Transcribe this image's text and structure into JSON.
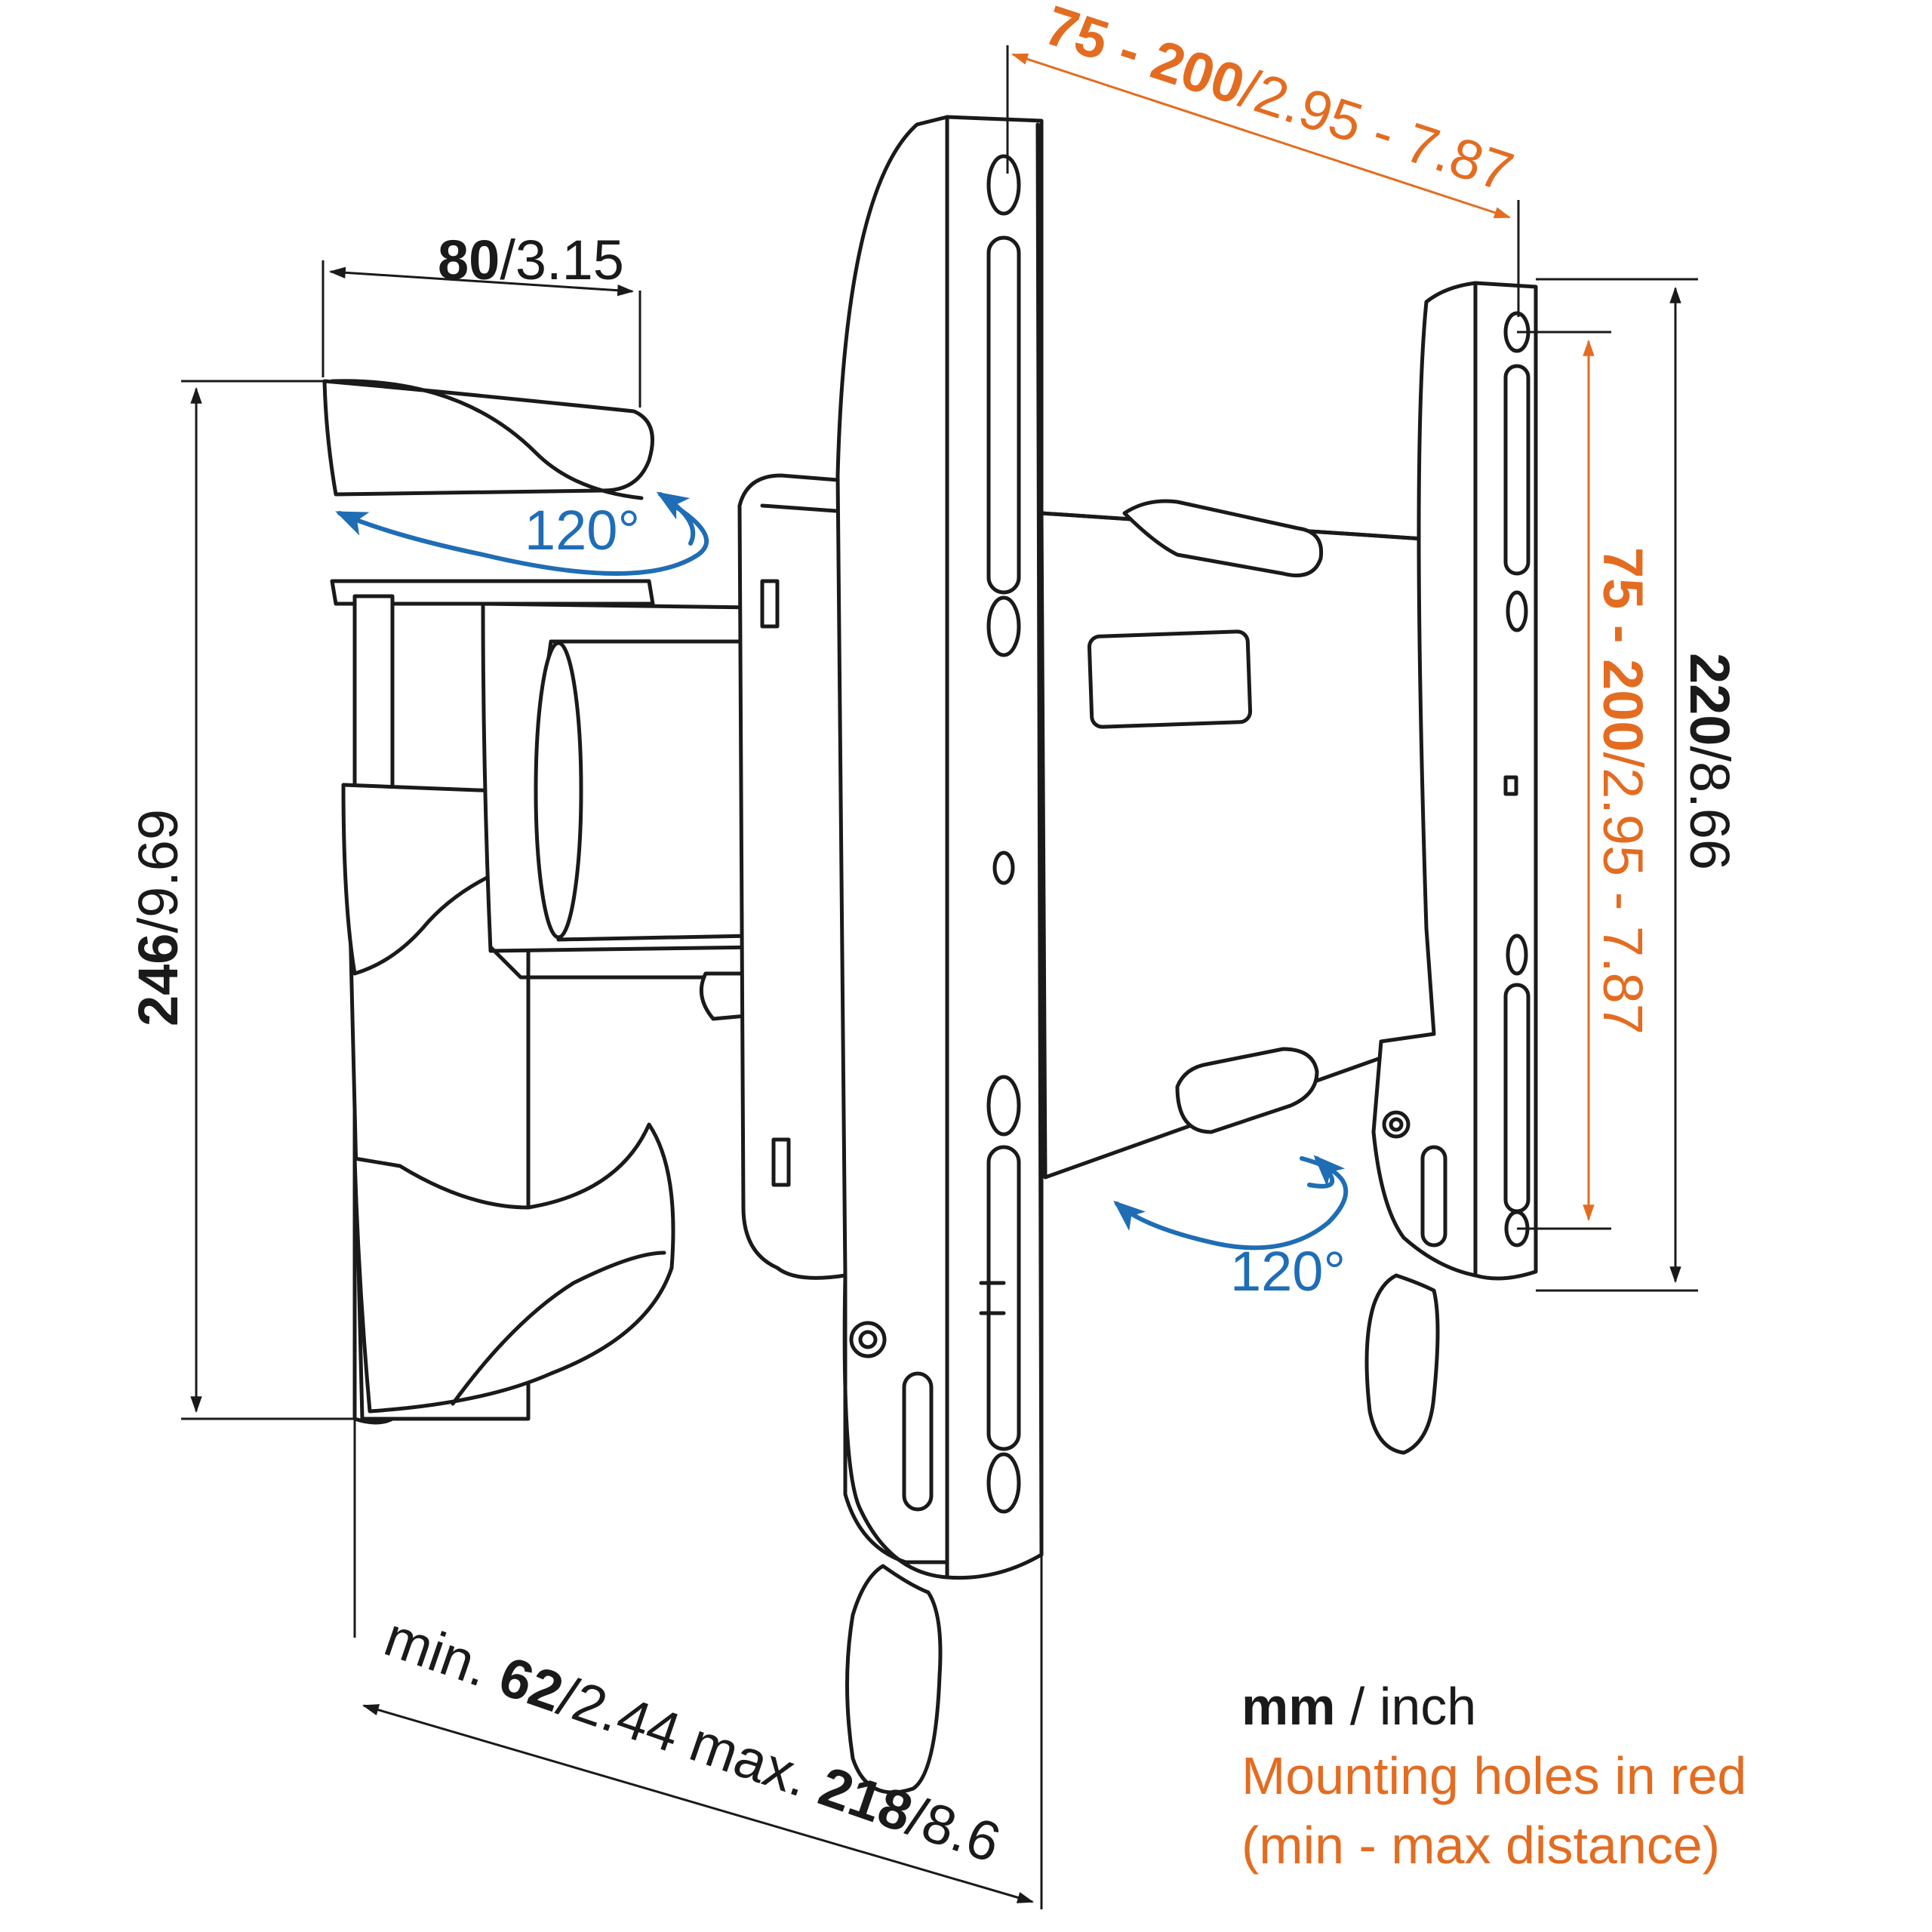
{
  "colors": {
    "line": "#1a1a1a",
    "orange": "#e36c21",
    "blue": "#1f6db5"
  },
  "dimensions": {
    "top_width": {
      "bold": "80",
      "rest": "/3.15"
    },
    "height_left": {
      "bold": "246",
      "rest": "/9.69"
    },
    "plate_height": {
      "bold": "220",
      "rest": "/8.66"
    },
    "holes_horizontal": {
      "bold": "75 - 200",
      "rest": "/2.95 - 7.87"
    },
    "holes_vertical": {
      "bold": "75 - 200",
      "rest": "/2.95 - 7.87"
    },
    "depth": {
      "pre": "min. ",
      "min_bold": "62",
      "min_rest": "/2.44 max. ",
      "max_bold": "218",
      "max_rest": "/8.6"
    },
    "rotation_top": "120°",
    "rotation_bottom": "120°"
  },
  "legend": {
    "units_bold": "mm",
    "units_rest": " / inch",
    "line2": "Mounting holes in red",
    "line3": "(min - max distance)"
  }
}
